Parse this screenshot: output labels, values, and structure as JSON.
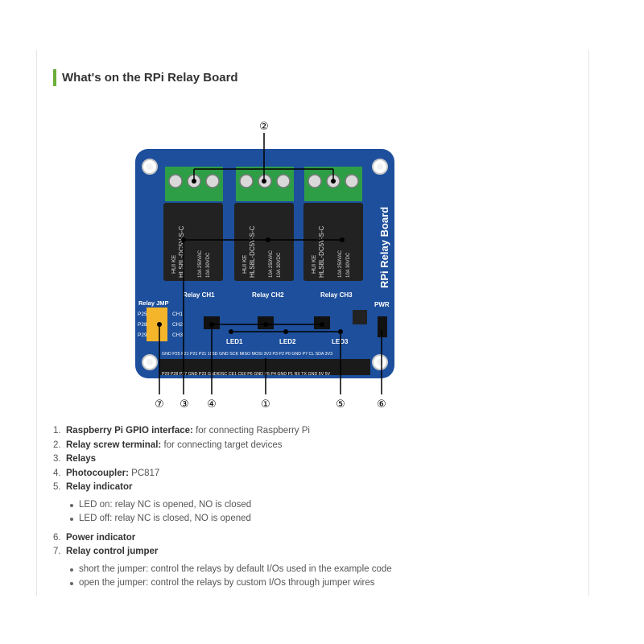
{
  "heading": "What's on the RPi Relay Board",
  "board": {
    "title": "RPi Relay Board",
    "relay_part": "HLS8L-DC5V-S-C",
    "relay_brand": "HUI KE",
    "rating_1": "10A 250VAC",
    "rating_2": "10A 30VDC",
    "channels": [
      "Relay CH1",
      "Relay CH2",
      "Relay CH3"
    ],
    "leds": [
      "LED1",
      "LED2",
      "LED3"
    ],
    "pwr": "PWR",
    "jumper_label": "Relay JMP",
    "jumper_pins": [
      "P25",
      "P28",
      "P29"
    ],
    "jumper_ch": [
      "CH1",
      "CH2",
      "CH3"
    ],
    "header_top": "GND P25 P21 P21 P21 105D GND SCK MISO MOSI 3V3 P3 P2 P0 GND P7 CL SDA 3V3",
    "header_bottom": "P29 P28 P27 GND P23 GNDIDSC CE1 CE0 P6 GND P5 P4 GND P1 RX TX GND 5V 5V",
    "callouts": [
      "②",
      "⑦",
      "③",
      "④",
      "①",
      "⑤",
      "⑥"
    ]
  },
  "items": [
    {
      "num": "1.",
      "term": "Raspberry Pi GPIO interface:",
      "desc": " for connecting Raspberry Pi"
    },
    {
      "num": "2.",
      "term": "Relay screw terminal:",
      "desc": " for connecting target devices"
    },
    {
      "num": "3.",
      "term": "Relays",
      "desc": ""
    },
    {
      "num": "4.",
      "term": "Photocoupler:",
      "desc": " PC817"
    },
    {
      "num": "5.",
      "term": "Relay indicator",
      "desc": ""
    },
    {
      "num": "6.",
      "term": "Power indicator",
      "desc": ""
    },
    {
      "num": "7.",
      "term": "Relay control jumper",
      "desc": ""
    }
  ],
  "sub5": [
    "LED on: relay NC is opened, NO is closed",
    "LED off: relay NC is closed, NO is opened"
  ],
  "sub7": [
    "short the jumper: control the relays by default I/Os used in the example code",
    "open the jumper: control the relays by custom I/Os through jumper wires"
  ],
  "colors": {
    "accent": "#6cae3a",
    "board": "#1d4f9c",
    "relay": "#222222",
    "terminal": "#2e9e46"
  }
}
